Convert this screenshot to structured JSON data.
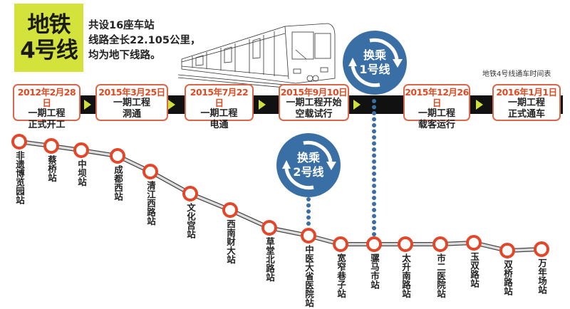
{
  "title": {
    "line1": "地铁",
    "line2": "4号线"
  },
  "summary": [
    "共设16座车站",
    "线路全长22.105公里，",
    "均为地下线路。"
  ],
  "timetable_caption": "地铁4号线通车时间表",
  "timeline": [
    {
      "date": "2012年2月28日",
      "desc1": "一期工程",
      "desc2": "正式开工"
    },
    {
      "date": "2015年3月25日",
      "desc1": "一期工程",
      "desc2": "洞通"
    },
    {
      "date": "2015年7月22日",
      "desc1": "一期工程",
      "desc2": "电通"
    },
    {
      "date": "2015年9月10日",
      "desc1": "一期工程开始",
      "desc2": "空载试行"
    },
    {
      "date": "2015年12月26日",
      "desc1": "一期工程",
      "desc2": "载客运行"
    },
    {
      "date": "2016年1月1日",
      "desc1": "一期工程",
      "desc2": "正式通车"
    }
  ],
  "transfers": [
    {
      "line1": "换乘",
      "line2": "1号线",
      "station": "骡马市站"
    },
    {
      "line1": "换乘",
      "line2": "2号线",
      "station": "中医大省医院站"
    }
  ],
  "stations": [
    "非遗博览园站",
    "蔡桥站",
    "中坝站",
    "成都西站",
    "清江西路站",
    "文化宫站",
    "西南财大站",
    "草堂北路站",
    "中医大省医院站",
    "宽窄巷子站",
    "骡马市站",
    "太升南路站",
    "市二医院站",
    "玉双路站",
    "双桥路站",
    "万年场站"
  ],
  "colors": {
    "title_bg": "#d4e23c",
    "station_ring": "#e2472a",
    "date_text": "#e04a22",
    "transfer_circle": "#3a6fa6",
    "timeline_bar": "#111111",
    "arrow": "#cfe03a"
  },
  "icons": {
    "transfer": "circular-arrows-icon",
    "train": "metro-train-illustration",
    "timeline_arrow": "play-triangle-icon"
  }
}
